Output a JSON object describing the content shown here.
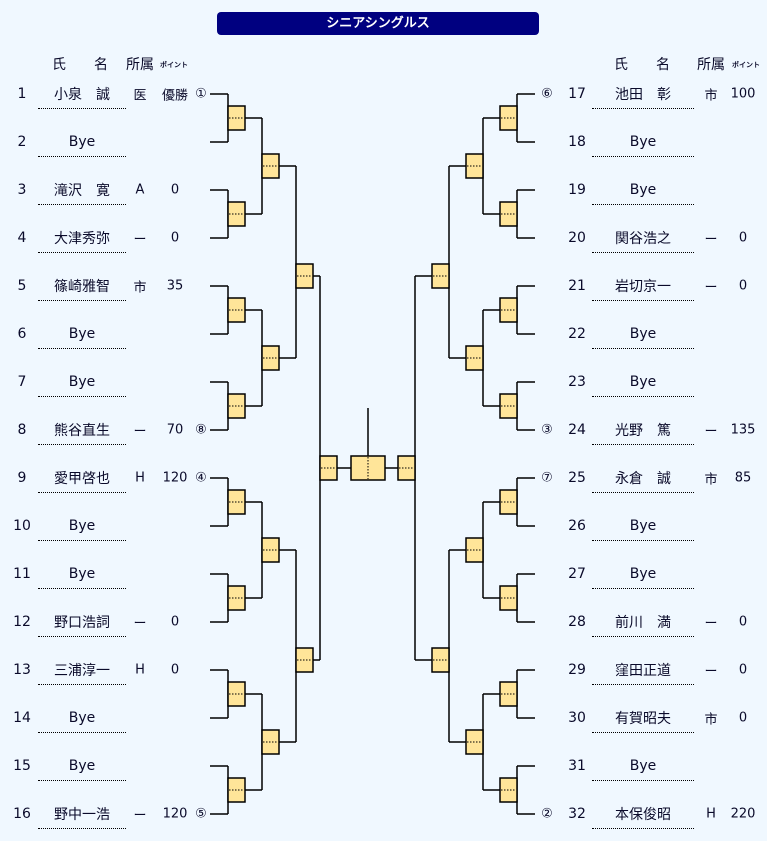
{
  "title": "シニアシングルス",
  "header": {
    "name": "氏　　名",
    "affiliation": "所属",
    "points": "ポイント"
  },
  "left": [
    {
      "no": "1",
      "name": "小泉　誠",
      "aff": "医",
      "pts": "優勝",
      "seed": "①"
    },
    {
      "no": "2",
      "name": "Bye",
      "aff": "",
      "pts": "",
      "seed": ""
    },
    {
      "no": "3",
      "name": "滝沢　寛",
      "aff": "A",
      "pts": "0",
      "seed": ""
    },
    {
      "no": "4",
      "name": "大津秀弥",
      "aff": "ー",
      "pts": "0",
      "seed": ""
    },
    {
      "no": "5",
      "name": "篠崎雅智",
      "aff": "市",
      "pts": "35",
      "seed": ""
    },
    {
      "no": "6",
      "name": "Bye",
      "aff": "",
      "pts": "",
      "seed": ""
    },
    {
      "no": "7",
      "name": "Bye",
      "aff": "",
      "pts": "",
      "seed": ""
    },
    {
      "no": "8",
      "name": "熊谷直生",
      "aff": "ー",
      "pts": "70",
      "seed": "⑧"
    },
    {
      "no": "9",
      "name": "愛甲啓也",
      "aff": "H",
      "pts": "120",
      "seed": "④"
    },
    {
      "no": "10",
      "name": "Bye",
      "aff": "",
      "pts": "",
      "seed": ""
    },
    {
      "no": "11",
      "name": "Bye",
      "aff": "",
      "pts": "",
      "seed": ""
    },
    {
      "no": "12",
      "name": "野口浩詞",
      "aff": "ー",
      "pts": "0",
      "seed": ""
    },
    {
      "no": "13",
      "name": "三浦淳一",
      "aff": "H",
      "pts": "0",
      "seed": ""
    },
    {
      "no": "14",
      "name": "Bye",
      "aff": "",
      "pts": "",
      "seed": ""
    },
    {
      "no": "15",
      "name": "Bye",
      "aff": "",
      "pts": "",
      "seed": ""
    },
    {
      "no": "16",
      "name": "野中一浩",
      "aff": "ー",
      "pts": "120",
      "seed": "⑤"
    }
  ],
  "right": [
    {
      "no": "17",
      "name": "池田　彰",
      "aff": "市",
      "pts": "100",
      "seed": "⑥"
    },
    {
      "no": "18",
      "name": "Bye",
      "aff": "",
      "pts": "",
      "seed": ""
    },
    {
      "no": "19",
      "name": "Bye",
      "aff": "",
      "pts": "",
      "seed": ""
    },
    {
      "no": "20",
      "name": "関谷浩之",
      "aff": "ー",
      "pts": "0",
      "seed": ""
    },
    {
      "no": "21",
      "name": "岩切京一",
      "aff": "ー",
      "pts": "0",
      "seed": ""
    },
    {
      "no": "22",
      "name": "Bye",
      "aff": "",
      "pts": "",
      "seed": ""
    },
    {
      "no": "23",
      "name": "Bye",
      "aff": "",
      "pts": "",
      "seed": ""
    },
    {
      "no": "24",
      "name": "光野　篤",
      "aff": "ー",
      "pts": "135",
      "seed": "③"
    },
    {
      "no": "25",
      "name": "永倉　誠",
      "aff": "市",
      "pts": "85",
      "seed": "⑦"
    },
    {
      "no": "26",
      "name": "Bye",
      "aff": "",
      "pts": "",
      "seed": ""
    },
    {
      "no": "27",
      "name": "Bye",
      "aff": "",
      "pts": "",
      "seed": ""
    },
    {
      "no": "28",
      "name": "前川　満",
      "aff": "ー",
      "pts": "0",
      "seed": ""
    },
    {
      "no": "29",
      "name": "窪田正道",
      "aff": "ー",
      "pts": "0",
      "seed": ""
    },
    {
      "no": "30",
      "name": "有賀昭夫",
      "aff": "市",
      "pts": "0",
      "seed": ""
    },
    {
      "no": "31",
      "name": "Bye",
      "aff": "",
      "pts": "",
      "seed": ""
    },
    {
      "no": "32",
      "name": "本保俊昭",
      "aff": "H",
      "pts": "220",
      "seed": "②"
    }
  ],
  "colors": {
    "title_bg": "#000080",
    "box_fill": "#ffe599",
    "background": "#f0f8ff"
  }
}
